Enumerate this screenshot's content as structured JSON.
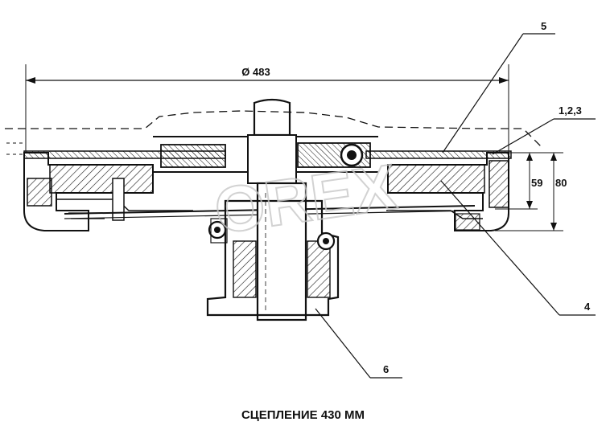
{
  "title": "СЦЕПЛЕНИЕ 430 ММ",
  "dimensions": {
    "diameter": "Ø 483",
    "height_inner": "59",
    "height_outer": "80"
  },
  "callouts": {
    "c5": "5",
    "c123": "1,2,3",
    "c4": "4",
    "c6": "6"
  },
  "watermark": "OREX",
  "colors": {
    "ink": "#111111",
    "watermark": "#c8c8c8"
  }
}
